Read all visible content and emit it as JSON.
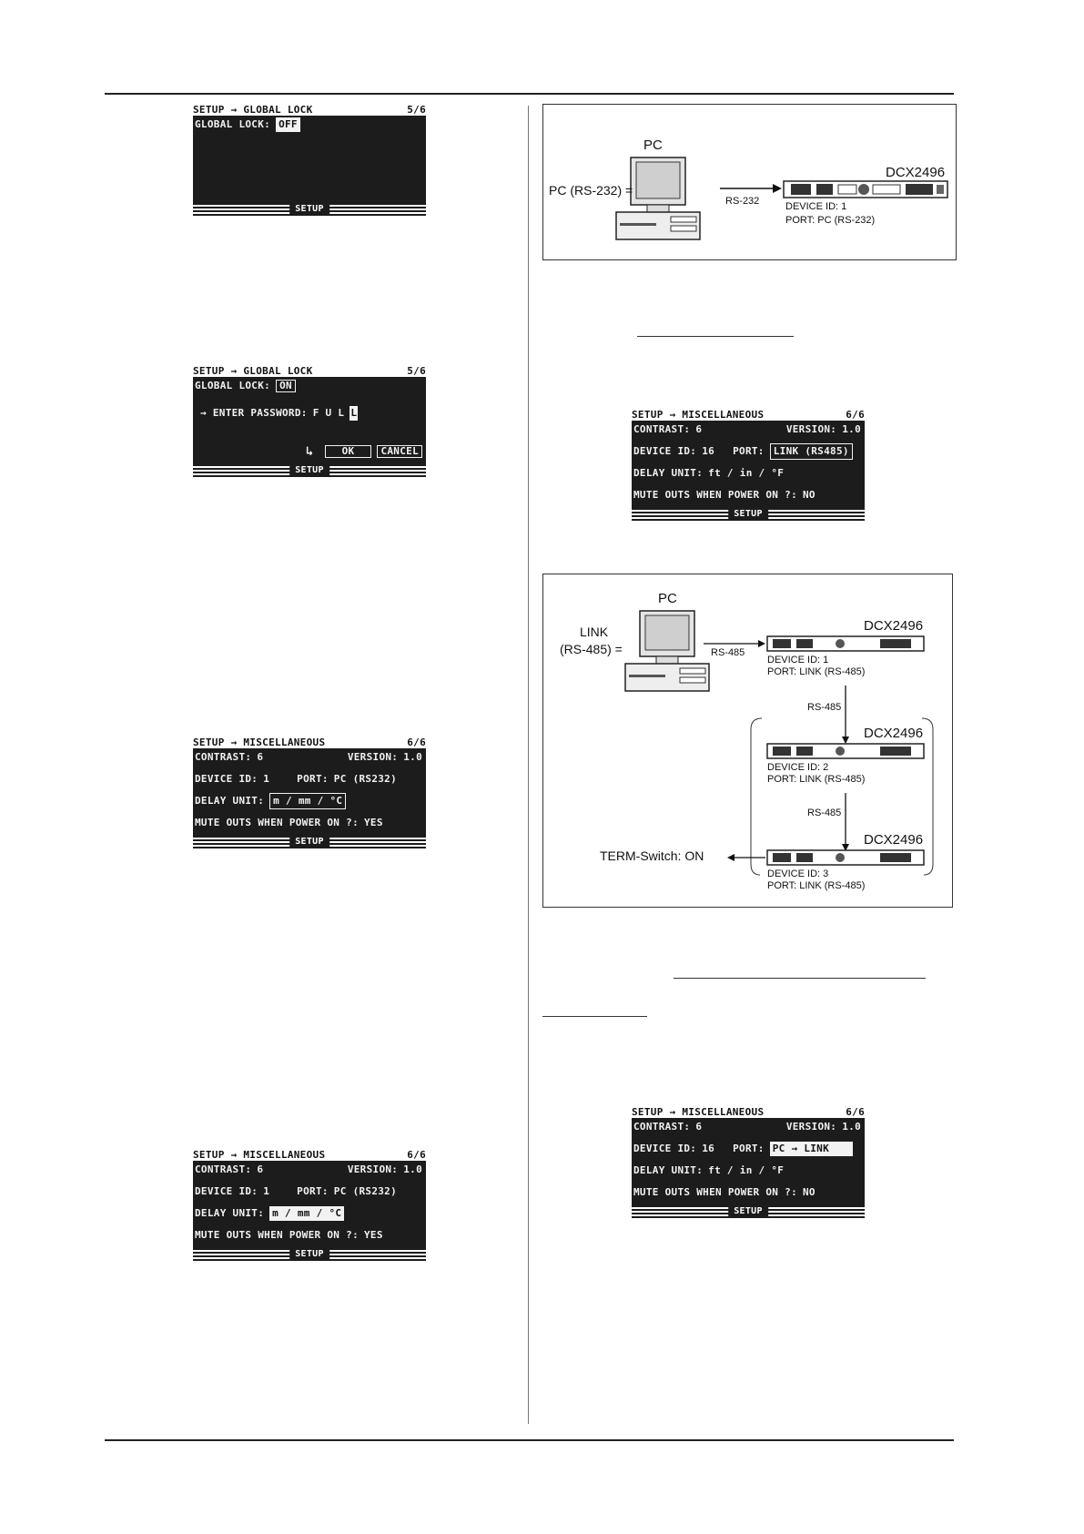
{
  "lcd_global_lock_off": {
    "header": "SETUP → GLOBAL LOCK",
    "page": "5/6",
    "label": "GLOBAL LOCK:",
    "value": "OFF",
    "footer": "SETUP"
  },
  "lcd_global_lock_on": {
    "header": "SETUP → GLOBAL LOCK",
    "page": "5/6",
    "label": "GLOBAL LOCK:",
    "value": "ON",
    "password_label": "→ ENTER PASSWORD:",
    "password_value": "F U L",
    "password_cursor": "L",
    "arrow": "↳",
    "ok": "OK",
    "cancel": "CANCEL",
    "footer": "SETUP"
  },
  "lcd_misc_1": {
    "header": "SETUP → MISCELLANEOUS",
    "page": "6/6",
    "contrast_label": "CONTRAST:",
    "contrast": "6",
    "version_label": "VERSION:",
    "version": "1.0",
    "device_label": "DEVICE ID:",
    "device": "1",
    "port_label": "PORT:",
    "port": "PC (RS232)",
    "delay_label": "DELAY UNIT:",
    "delay": "m / mm / °C",
    "mute_label": "MUTE OUTS WHEN POWER ON ?:",
    "mute": "YES",
    "footer": "SETUP"
  },
  "lcd_misc_2": {
    "header": "SETUP → MISCELLANEOUS",
    "page": "6/6",
    "contrast_label": "CONTRAST:",
    "contrast": "6",
    "version_label": "VERSION:",
    "version": "1.0",
    "device_label": "DEVICE ID:",
    "device": "1",
    "port_label": "PORT:",
    "port": "PC (RS232)",
    "delay_label": "DELAY UNIT:",
    "delay": "m / mm / °C",
    "mute_label": "MUTE OUTS WHEN POWER ON ?:",
    "mute": "YES",
    "footer": "SETUP"
  },
  "lcd_misc_link": {
    "header": "SETUP → MISCELLANEOUS",
    "page": "6/6",
    "contrast_label": "CONTRAST:",
    "contrast": "6",
    "version_label": "VERSION:",
    "version": "1.0",
    "device_label": "DEVICE ID:",
    "device": "16",
    "port_label": "PORT:",
    "port": "LINK (RS485)",
    "delay_label": "DELAY UNIT:",
    "delay": "ft / in / °F",
    "mute_label": "MUTE OUTS WHEN POWER ON ?:",
    "mute": "NO",
    "footer": "SETUP"
  },
  "lcd_misc_pclink": {
    "header": "SETUP → MISCELLANEOUS",
    "page": "6/6",
    "contrast_label": "CONTRAST:",
    "contrast": "6",
    "version_label": "VERSION:",
    "version": "1.0",
    "device_label": "DEVICE ID:",
    "device": "16",
    "port_label": "PORT:",
    "port": "PC → LINK",
    "delay_label": "DELAY UNIT:",
    "delay": "ft / in / °F",
    "mute_label": "MUTE OUTS WHEN POWER ON ?:",
    "mute": "NO",
    "footer": "SETUP"
  },
  "diagram_rs232": {
    "pc_label": "PC",
    "port_text": "PC (RS-232) =",
    "cable": "RS-232",
    "device": "DCX2496",
    "id": "DEVICE ID: 1",
    "port": "PORT: PC (RS-232)"
  },
  "diagram_rs485": {
    "pc_label": "PC",
    "port_text_1": "LINK",
    "port_text_2": "(RS-485) =",
    "cable": "RS-485",
    "devices": [
      {
        "name": "DCX2496",
        "id": "DEVICE ID: 1",
        "port": "PORT: LINK (RS-485)"
      },
      {
        "name": "DCX2496",
        "id": "DEVICE ID: 2",
        "port": "PORT: LINK (RS-485)"
      },
      {
        "name": "DCX2496",
        "id": "DEVICE ID: 3",
        "port": "PORT: LINK (RS-485)"
      }
    ],
    "cable_2": "RS-485",
    "cable_3": "RS-485",
    "term": "TERM-Switch: ON"
  }
}
